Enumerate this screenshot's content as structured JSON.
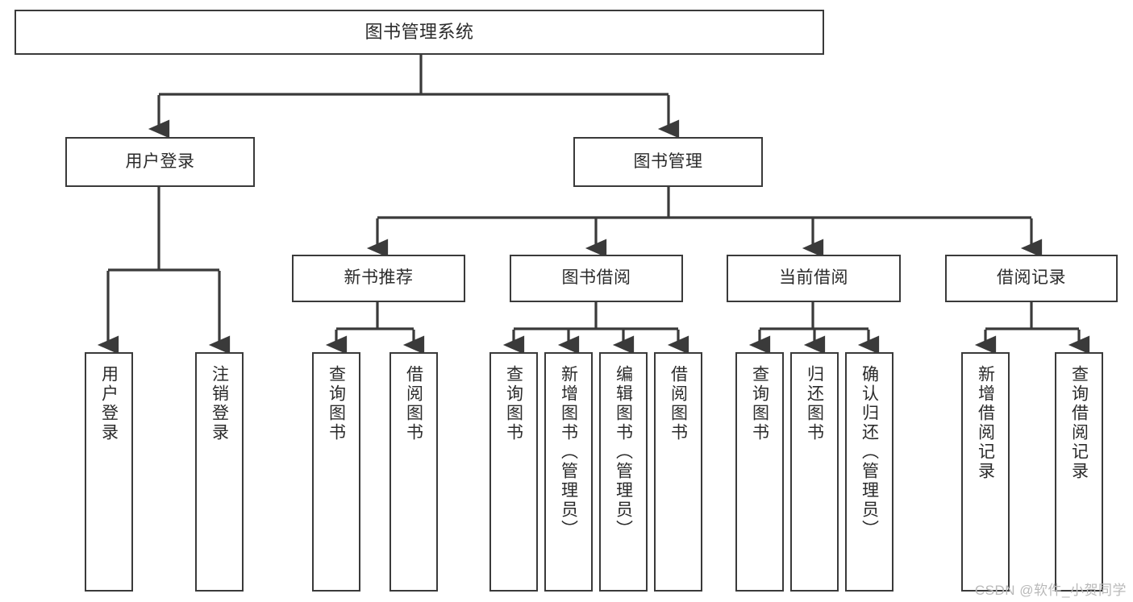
{
  "diagram": {
    "type": "tree-hierarchy",
    "title": "图书管理系统",
    "watermark": "CSDN @软件_小贺同学",
    "colors": {
      "stroke": "#3a3a3a",
      "text": "#2b2b2b",
      "background": "#ffffff",
      "watermark": "#b9b9b9"
    },
    "nodes": {
      "root": {
        "label": "图书管理系统",
        "level": 1
      },
      "l2_a": {
        "label": "用户登录",
        "level": 2
      },
      "l2_b": {
        "label": "图书管理",
        "level": 2
      },
      "l3_a": {
        "label": "新书推荐",
        "level": 3
      },
      "l3_b": {
        "label": "图书借阅",
        "level": 3
      },
      "l3_c": {
        "label": "当前借阅",
        "level": 3
      },
      "l3_d": {
        "label": "借阅记录",
        "level": 3
      },
      "leaf_1": {
        "label": "用户登录",
        "level": 4
      },
      "leaf_2": {
        "label": "注销登录",
        "level": 4
      },
      "leaf_3": {
        "label": "查询图书",
        "level": 4
      },
      "leaf_4": {
        "label": "借阅图书",
        "level": 4
      },
      "leaf_5": {
        "label": "查询图书",
        "level": 4
      },
      "leaf_6": {
        "label": "新增图书（管理员）",
        "level": 4
      },
      "leaf_7": {
        "label": "编辑图书（管理员）",
        "level": 4
      },
      "leaf_8": {
        "label": "借阅图书",
        "level": 4
      },
      "leaf_9": {
        "label": "查询图书",
        "level": 4
      },
      "leaf_10": {
        "label": "归还图书",
        "level": 4
      },
      "leaf_11": {
        "label": "确认归还（管理员）",
        "level": 4
      },
      "leaf_12": {
        "label": "新增借阅记录",
        "level": 4
      },
      "leaf_13": {
        "label": "查询借阅记录",
        "level": 4
      }
    },
    "edges": [
      {
        "from": "root",
        "to": "l2_a"
      },
      {
        "from": "root",
        "to": "l2_b"
      },
      {
        "from": "l2_a",
        "to": "leaf_1"
      },
      {
        "from": "l2_a",
        "to": "leaf_2"
      },
      {
        "from": "l2_b",
        "to": "l3_a"
      },
      {
        "from": "l2_b",
        "to": "l3_b"
      },
      {
        "from": "l2_b",
        "to": "l3_c"
      },
      {
        "from": "l2_b",
        "to": "l3_d"
      },
      {
        "from": "l3_a",
        "to": "leaf_3"
      },
      {
        "from": "l3_a",
        "to": "leaf_4"
      },
      {
        "from": "l3_b",
        "to": "leaf_5"
      },
      {
        "from": "l3_b",
        "to": "leaf_6"
      },
      {
        "from": "l3_b",
        "to": "leaf_7"
      },
      {
        "from": "l3_b",
        "to": "leaf_8"
      },
      {
        "from": "l3_c",
        "to": "leaf_9"
      },
      {
        "from": "l3_c",
        "to": "leaf_10"
      },
      {
        "from": "l3_c",
        "to": "leaf_11"
      },
      {
        "from": "l3_d",
        "to": "leaf_12"
      },
      {
        "from": "l3_d",
        "to": "leaf_13"
      }
    ]
  }
}
